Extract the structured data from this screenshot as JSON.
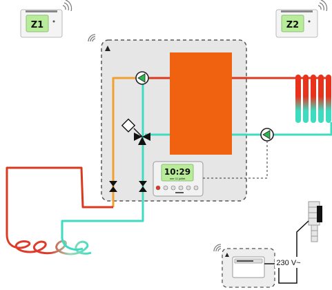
{
  "diagram": {
    "zone_thermostats": [
      {
        "id": "zone-1",
        "display": "Z1"
      },
      {
        "id": "zone-2",
        "display": "Z2"
      }
    ],
    "controller": {
      "time": "10:29",
      "date": "mer 11 juillet"
    },
    "power_supply": {
      "label": "230 V~"
    }
  },
  "colors": {
    "hot_pipe": "#d9391f",
    "warm_pipe": "#f0a030",
    "cold_pipe": "#3ddcc0",
    "boiler": "#f0620f",
    "pump": "#2db84f",
    "lcd_green": "#b8ec9a"
  }
}
